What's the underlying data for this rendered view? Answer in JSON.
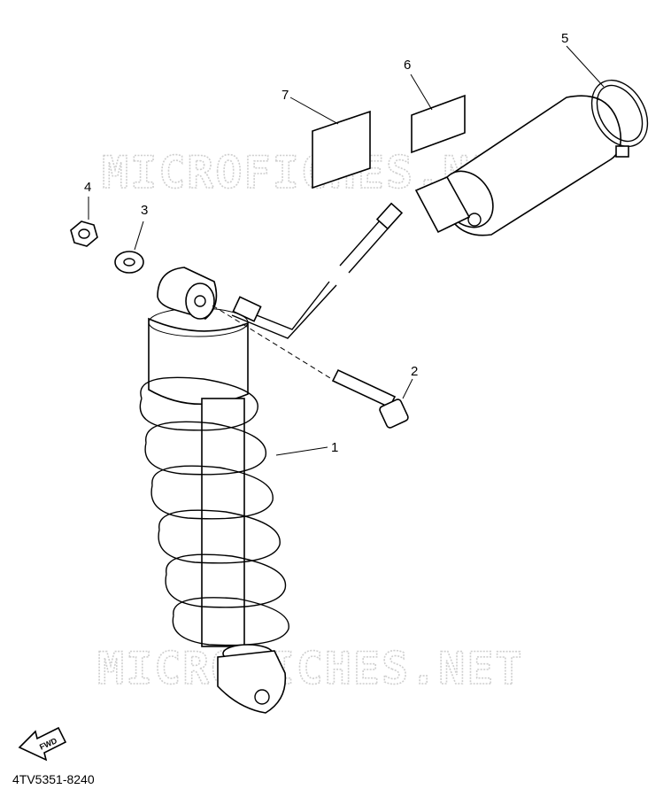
{
  "watermark": {
    "top": "MICROFICHES.NET",
    "bottom": "MICROFICHES.NET"
  },
  "callouts": {
    "c1": "1",
    "c2": "2",
    "c3": "3",
    "c4": "4",
    "c5": "5",
    "c6": "6",
    "c7": "7"
  },
  "fwd_arrow": {
    "label": "FWD"
  },
  "part_number": "4TV5351-8240"
}
